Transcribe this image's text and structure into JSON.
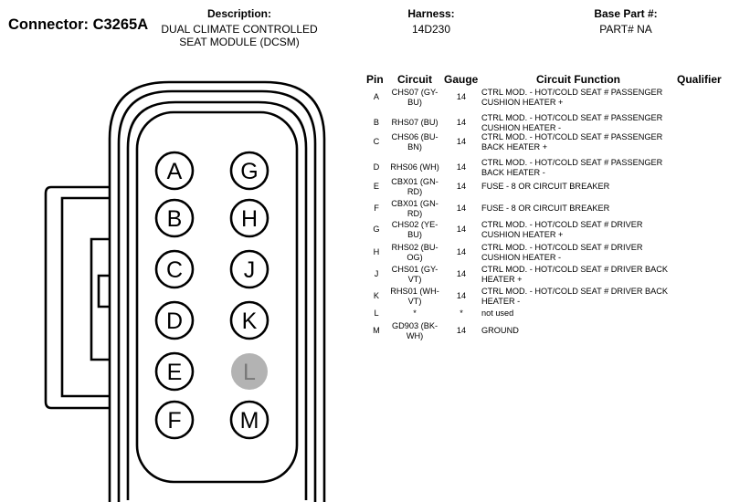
{
  "header": {
    "connector": "Connector: C3265A",
    "description_label": "Description:",
    "description_line1": "DUAL CLIMATE CONTROLLED",
    "description_line2": "SEAT MODULE (DCSM)",
    "harness_label": "Harness:",
    "harness_value": "14D230",
    "base_part_label": "Base Part #:",
    "base_part_value": "PART# NA"
  },
  "table": {
    "headers": {
      "pin": "Pin",
      "circuit": "Circuit",
      "gauge": "Gauge",
      "function": "Circuit Function",
      "qualifier": "Qualifier"
    },
    "rows": [
      {
        "pin": "A",
        "circuit": [
          "CHS07 (GY-",
          "BU)"
        ],
        "gauge": "14",
        "function": [
          "CTRL MOD. - HOT/COLD SEAT # PASSENGER",
          "CUSHION HEATER +"
        ]
      },
      {
        "pin": "B",
        "circuit": [
          "RHS07 (BU)"
        ],
        "gauge": "14",
        "function": [
          "CTRL MOD. - HOT/COLD SEAT # PASSENGER",
          "CUSHION HEATER -"
        ]
      },
      {
        "pin": "C",
        "circuit": [
          "CHS06 (BU-",
          "BN)"
        ],
        "gauge": "14",
        "function": [
          "CTRL MOD. - HOT/COLD SEAT # PASSENGER",
          "BACK HEATER +"
        ]
      },
      {
        "pin": "D",
        "circuit": [
          "RHS06 (WH)"
        ],
        "gauge": "14",
        "function": [
          "CTRL MOD. - HOT/COLD SEAT # PASSENGER",
          "BACK HEATER -"
        ]
      },
      {
        "pin": "E",
        "circuit": [
          "CBX01 (GN-",
          "RD)"
        ],
        "gauge": "14",
        "function": [
          "FUSE - 8 OR CIRCUIT BREAKER"
        ]
      },
      {
        "pin": "F",
        "circuit": [
          "CBX01 (GN-",
          "RD)"
        ],
        "gauge": "14",
        "function": [
          "FUSE - 8 OR CIRCUIT BREAKER"
        ]
      },
      {
        "pin": "G",
        "circuit": [
          "CHS02 (YE-",
          "BU)"
        ],
        "gauge": "14",
        "function": [
          "CTRL MOD. - HOT/COLD SEAT # DRIVER",
          "CUSHION HEATER +"
        ]
      },
      {
        "pin": "H",
        "circuit": [
          "RHS02 (BU-",
          "OG)"
        ],
        "gauge": "14",
        "function": [
          "CTRL MOD. - HOT/COLD SEAT # DRIVER",
          "CUSHION HEATER -"
        ]
      },
      {
        "pin": "J",
        "circuit": [
          "CHS01 (GY-",
          "VT)"
        ],
        "gauge": "14",
        "function": [
          "CTRL MOD. - HOT/COLD SEAT # DRIVER BACK",
          "HEATER +"
        ]
      },
      {
        "pin": "K",
        "circuit": [
          "RHS01 (WH-",
          "VT)"
        ],
        "gauge": "14",
        "function": [
          "CTRL MOD. - HOT/COLD SEAT # DRIVER BACK",
          "HEATER -"
        ]
      },
      {
        "pin": "L",
        "circuit": [
          "*"
        ],
        "gauge": "*",
        "function": [
          "not used"
        ]
      },
      {
        "pin": "M",
        "circuit": [
          "GD903 (BK-",
          "WH)"
        ],
        "gauge": "14",
        "function": [
          "GROUND"
        ]
      }
    ]
  },
  "connector_pins": {
    "left_column": [
      "A",
      "B",
      "C",
      "D",
      "E",
      "F"
    ],
    "right_column": [
      "G",
      "H",
      "J",
      "K",
      "L",
      "M"
    ],
    "unused_pin": "L",
    "unused_fill": "#b3b3b3"
  }
}
